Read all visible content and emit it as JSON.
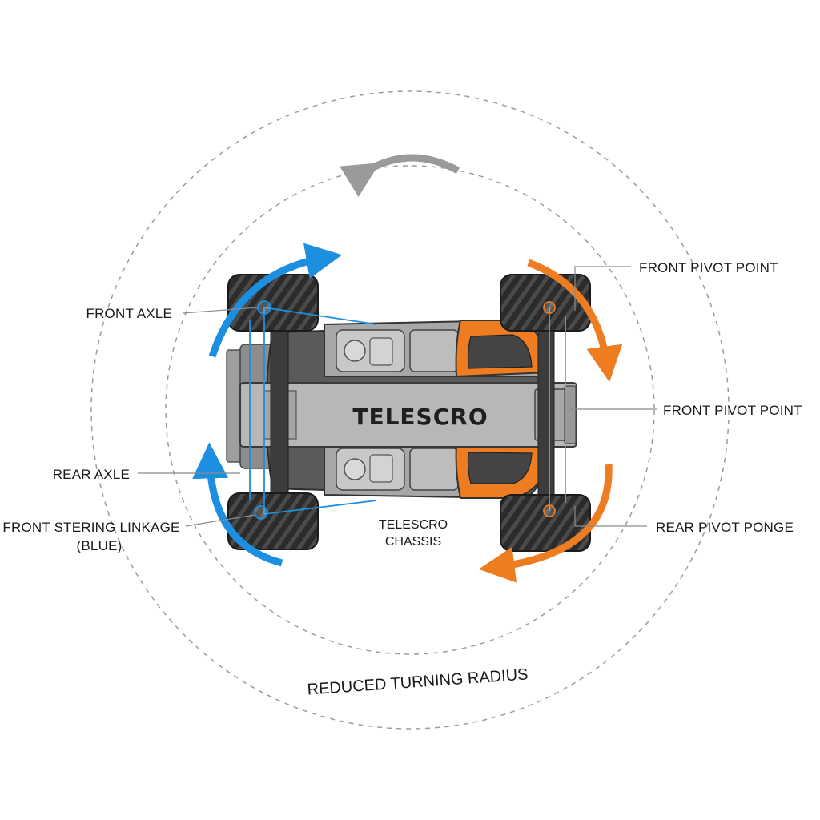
{
  "vehicle": {
    "brand_label": "TELESCRO"
  },
  "labels": {
    "front_axle": "FRONT AXLE",
    "rear_axle": "REAR AXLE",
    "front_steering_line1": "FRONT STERING LINKAGE",
    "front_steering_line2": "(BLUE)",
    "front_pivot_top": "FRONT PIVOT POINT",
    "front_pivot_mid": "FRONT PIVOT POINT",
    "rear_pivot": "REAR PIVOT PONGE",
    "chassis_line1": "TELESCRO",
    "chassis_line2": "CHASSIS",
    "turning_radius": "REDUCED TURNING RADIUS"
  },
  "colors": {
    "front_steering": "#1c8fe0",
    "rear_steering": "#ee7d22",
    "body_gray": "#b4b4b4",
    "tire": "#2a2a2a"
  }
}
